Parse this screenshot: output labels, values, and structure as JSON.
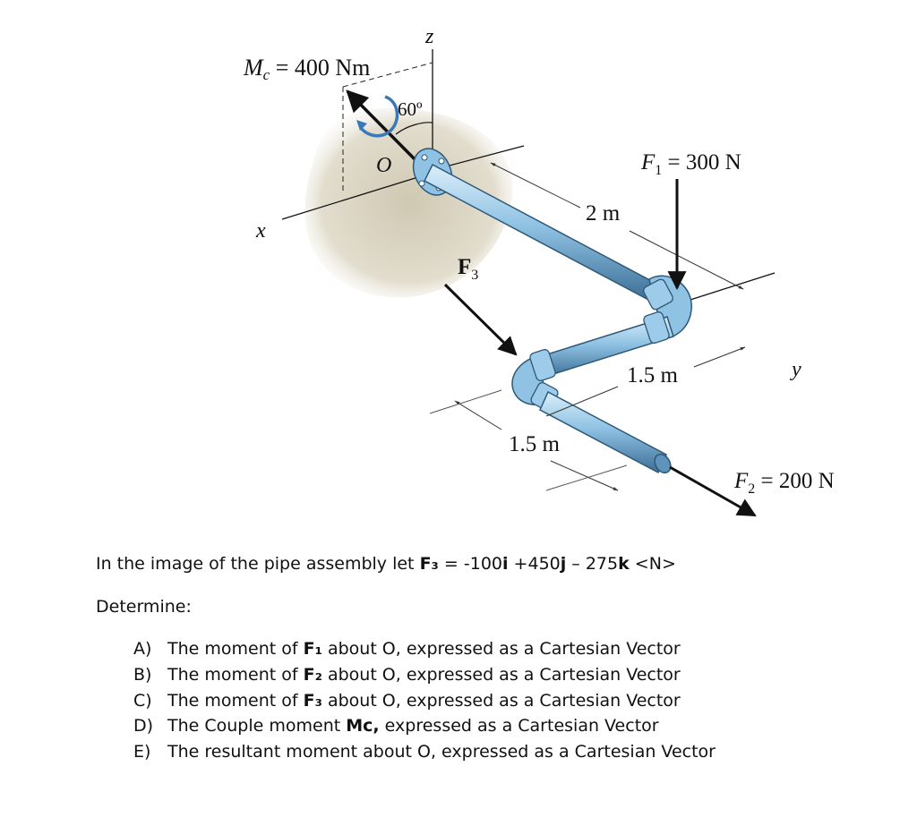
{
  "figure": {
    "mc_label": "Mc = 400 Nm",
    "mc_symbol": "M",
    "mc_sub": "c",
    "mc_value": " = 400 Nm",
    "angle_label": "60º",
    "axis_z": "z",
    "axis_x": "x",
    "axis_y": "y",
    "origin": "O",
    "f1_symbol": "F",
    "f1_sub": "1",
    "f1_value": " = 300 N",
    "f2_symbol": "F",
    "f2_sub": "2",
    "f2_value": " = 200 N",
    "f3_symbol": "F",
    "f3_sub": "3",
    "dim_2m": "2 m",
    "dim_15m_a": "1.5 m",
    "dim_15m_b": "1.5 m",
    "colors": {
      "pipe": "#7db3d8",
      "pipe_dark": "#3d6f96",
      "wall": "#d9d5c5",
      "arrow": "#111111",
      "moment": "#3a78b8"
    }
  },
  "problem": {
    "intro_text": "In the image of the pipe assembly let ",
    "intro_f3": "F₃",
    "intro_eq": " = -100",
    "intro_i": "i",
    "intro_mid": " +450",
    "intro_j": "j",
    "intro_dash": " – 275",
    "intro_k": "k",
    "intro_unit": " <N>",
    "determine": "Determine:",
    "tasks": [
      {
        "letter": "A)",
        "pre": "The moment of ",
        "bold": "F₁",
        "post": " about O, expressed as a Cartesian Vector"
      },
      {
        "letter": "B)",
        "pre": "The moment of ",
        "bold": "F₂",
        "post": " about O, expressed as a Cartesian Vector"
      },
      {
        "letter": "C)",
        "pre": "The moment of ",
        "bold": "F₃",
        "post": " about O, expressed as a Cartesian Vector"
      },
      {
        "letter": "D)",
        "pre": "The Couple moment ",
        "bold": "Mc,",
        "post": " expressed as a Cartesian Vector"
      },
      {
        "letter": "E)",
        "pre": "The resultant moment about O, expressed as a Cartesian Vector",
        "bold": "",
        "post": ""
      }
    ]
  }
}
